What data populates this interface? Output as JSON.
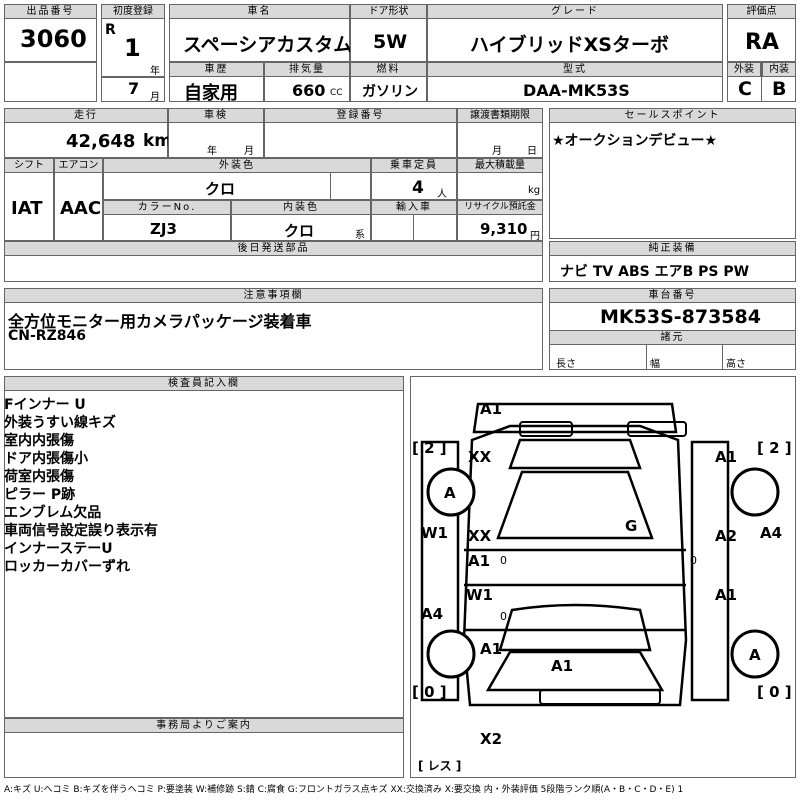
{
  "header": {
    "lot_label": "出品番号",
    "lot_no": "3060",
    "first_reg_label": "初度登録",
    "era": "R",
    "year": "1",
    "year_unit": "年",
    "model_label": "車名",
    "model_name": "スペーシアカスタム",
    "door_label": "ドア形状",
    "door_value": "5W",
    "grade_label": "グレード",
    "grade_value": "ハイブリッドXSターボ",
    "score_label": "評価点",
    "score_value": "RA",
    "month": "7",
    "month_unit": "月",
    "history_label": "車歴",
    "history_value": "自家用",
    "disp_label": "排気量",
    "disp_value": "660",
    "disp_unit": "CC",
    "fuel_label": "燃料",
    "fuel_value": "ガソリン",
    "type_label": "型式",
    "type_value": "DAA-MK53S",
    "ext_label": "外装",
    "int_label": "内装",
    "ext_value": "C",
    "int_value": "B"
  },
  "row2": {
    "mileage_label": "走行",
    "mileage_value": "42,648",
    "mileage_unit": "km",
    "inspection_label": "車検",
    "year_unit": "年",
    "month_unit": "月",
    "reg_label": "登録番号",
    "transfer_label": "譲渡書類期限",
    "transfer_month": "月",
    "transfer_day": "日",
    "sales_label": "セールスポイント",
    "sales_text": "★オークションデビュー★"
  },
  "specs": {
    "shift_label": "シフト",
    "shift_value": "IAT",
    "ac_label": "エアコン",
    "ac_value": "AAC",
    "exterior_color_label": "外装色",
    "exterior_color_value": "クロ",
    "capacity_label": "乗車定員",
    "capacity_value": "4",
    "capacity_unit": "人",
    "load_label": "最大積載量",
    "load_unit": "kg",
    "color_no_label": "カラーNo.",
    "color_no_value": "ZJ3",
    "interior_color_label": "内装色",
    "interior_color_value": "クロ",
    "interior_color_unit": "系",
    "import_label": "輸入車",
    "recycle_label": "リサイクル預託金",
    "recycle_value": "9,310",
    "recycle_unit": "円"
  },
  "parts": {
    "label": "後日発送部品"
  },
  "equipment": {
    "label": "純正装備",
    "value": "ナビ TV ABS エアB PS PW"
  },
  "notes": {
    "label": "注意事項欄",
    "line1": "全方位モニター用カメラパッケージ装着車",
    "line2": "CN-RZ846"
  },
  "chassis": {
    "label": "車台番号",
    "value": "MK53S-873584",
    "dims_label": "諸元",
    "length_label": "長さ",
    "width_label": "幅",
    "height_label": "高さ"
  },
  "inspector": {
    "label": "検査員記入欄",
    "lines": [
      "Fインナー U",
      "外装うすい線キズ",
      "室内内張傷",
      "ドア内張傷小",
      "荷室内張傷",
      "ピラー P跡",
      "エンブレム欠品",
      "車両信号設定誤り表示有",
      "インナーステーU",
      "ロッカーカバーずれ"
    ]
  },
  "office": {
    "label": "事務局よりご案内"
  },
  "diagram": {
    "marks": {
      "m1": "A1",
      "m2": "[ 2 ]",
      "m3": "[ 2 ]",
      "m4": "XX",
      "m5": "A1",
      "m6": "A",
      "m7": "G",
      "m8": "W1",
      "m9": "XX",
      "m10": "A2",
      "m11": "A4",
      "m12": "A1",
      "m13": "0",
      "m14": "0",
      "m15": "W1",
      "m16": "A1",
      "m17": "A4",
      "m18": "0",
      "m19": "A1",
      "m20": "A",
      "m21": "A1",
      "m22": "[ 0 ]",
      "m23": "[ 0 ]",
      "m24": "X2",
      "m25": "[ レス ]"
    }
  },
  "legend": "A:キズ U:ヘコミ B:キズを伴うヘコミ P:要塗装 W:補修跡 S:錆 C:腐食 G:フロントガラス点キズ XX:交換済み X:要交換 内・外装評価 5段階ランク順(A・B・C・D・E) 1"
}
